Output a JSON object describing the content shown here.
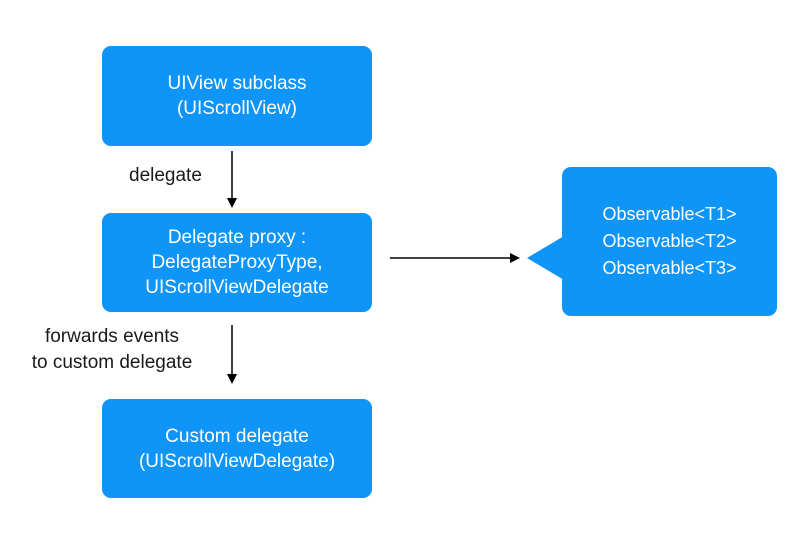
{
  "nodes": {
    "uiview": {
      "line1": "UIView subclass",
      "line2": "(UIScrollView)"
    },
    "proxy": {
      "line1": "Delegate proxy :",
      "line2": "DelegateProxyType,",
      "line3": "UIScrollViewDelegate"
    },
    "custom": {
      "line1": "Custom delegate",
      "line2": "(UIScrollViewDelegate)"
    },
    "observables": {
      "line1": "Observable<T1>",
      "line2": "Observable<T2>",
      "line3": "Observable<T3>"
    }
  },
  "edges": {
    "delegate_label": "delegate",
    "forwards_label_line1": "forwards events",
    "forwards_label_line2": "to custom delegate"
  },
  "colors": {
    "box_fill": "#0f94f7",
    "box_text": "#ffffff",
    "arrow": "#000000"
  }
}
